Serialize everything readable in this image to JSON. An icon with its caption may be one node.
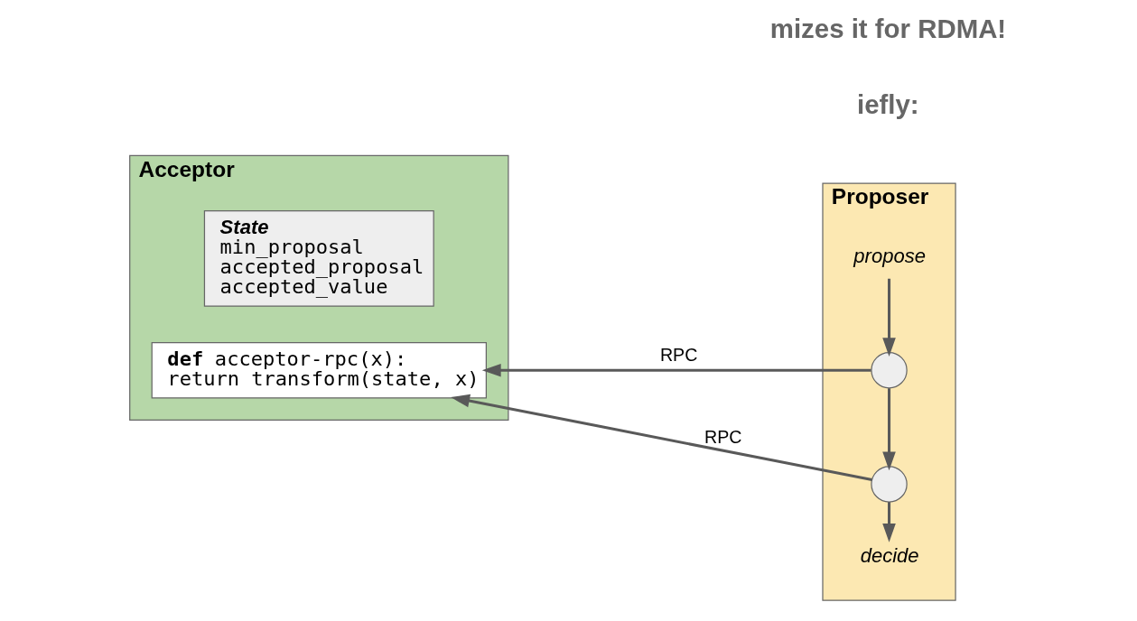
{
  "diagram": {
    "nodes": [
      {
        "text": [
          "Proposer"
        ]
      },
      {
        "text": [
          "propose"
        ],
        "in": 0
      },
      {
        "text": [],
        "shape": "circle",
        "in": 0
      },
      {
        "text": [],
        "shape": "circle",
        "in": 0
      },
      {
        "text": [
          "decide"
        ],
        "in": 0
      },
      {
        "text": [
          "Acceptor"
        ]
      },
      {
        "text": [
          "State",
          "min_proposal",
          "accepted_proposal",
          "accepted_value"
        ],
        "in": 5
      },
      {
        "text": [
          "**def** acceptor-rpc(x):",
          "return transform(state, x)"
        ],
        "in": 5
      }
    ],
    "edges": [
      {
        "from": 1,
        "to": 2,
        "arrow": "to"
      },
      {
        "from": 2,
        "to": 3,
        "arrow": "to"
      },
      {
        "from": 3,
        "to": 4,
        "arrow": "to"
      },
      {
        "from": 2,
        "to": 7,
        "arrow": "to",
        "label": "RPC"
      },
      {
        "from": 3,
        "to": 7,
        "arrow": "to",
        "label": "RPC"
      }
    ],
    "labels": [
      "mizes it for RDMA!",
      "iefly:"
    ]
  }
}
